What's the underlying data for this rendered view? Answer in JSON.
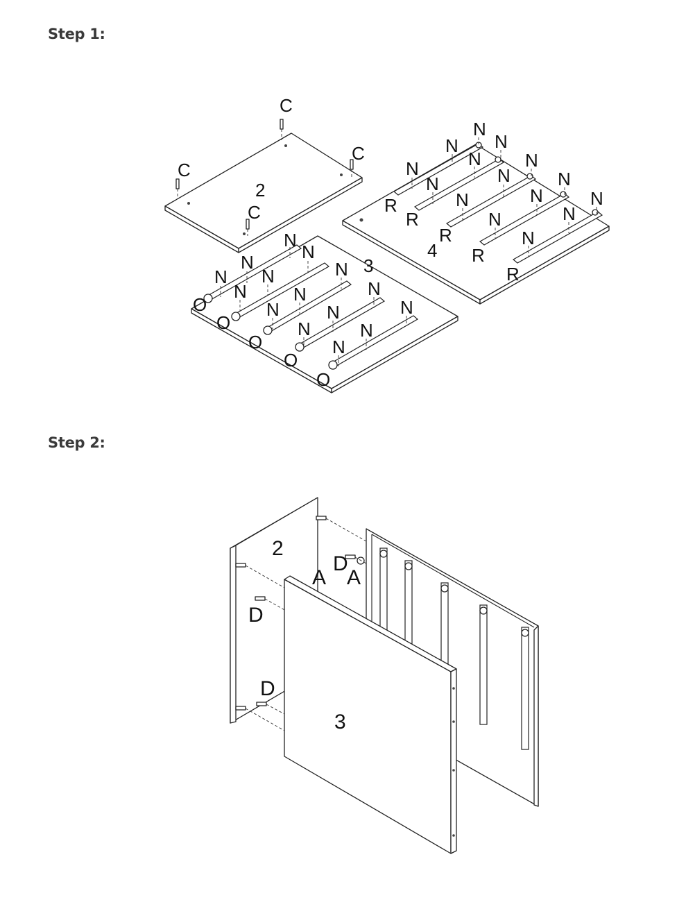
{
  "steps": [
    {
      "title": "Step 1:",
      "panels": [
        "2",
        "3",
        "4"
      ],
      "part_labels": {
        "cam_bolt": "C",
        "screw": "N",
        "left_slide": "O",
        "right_slide": "R"
      }
    },
    {
      "title": "Step 2:",
      "panels": [
        "2",
        "3"
      ],
      "part_labels": {
        "cam_lock": "A",
        "dowel": "D"
      }
    }
  ]
}
